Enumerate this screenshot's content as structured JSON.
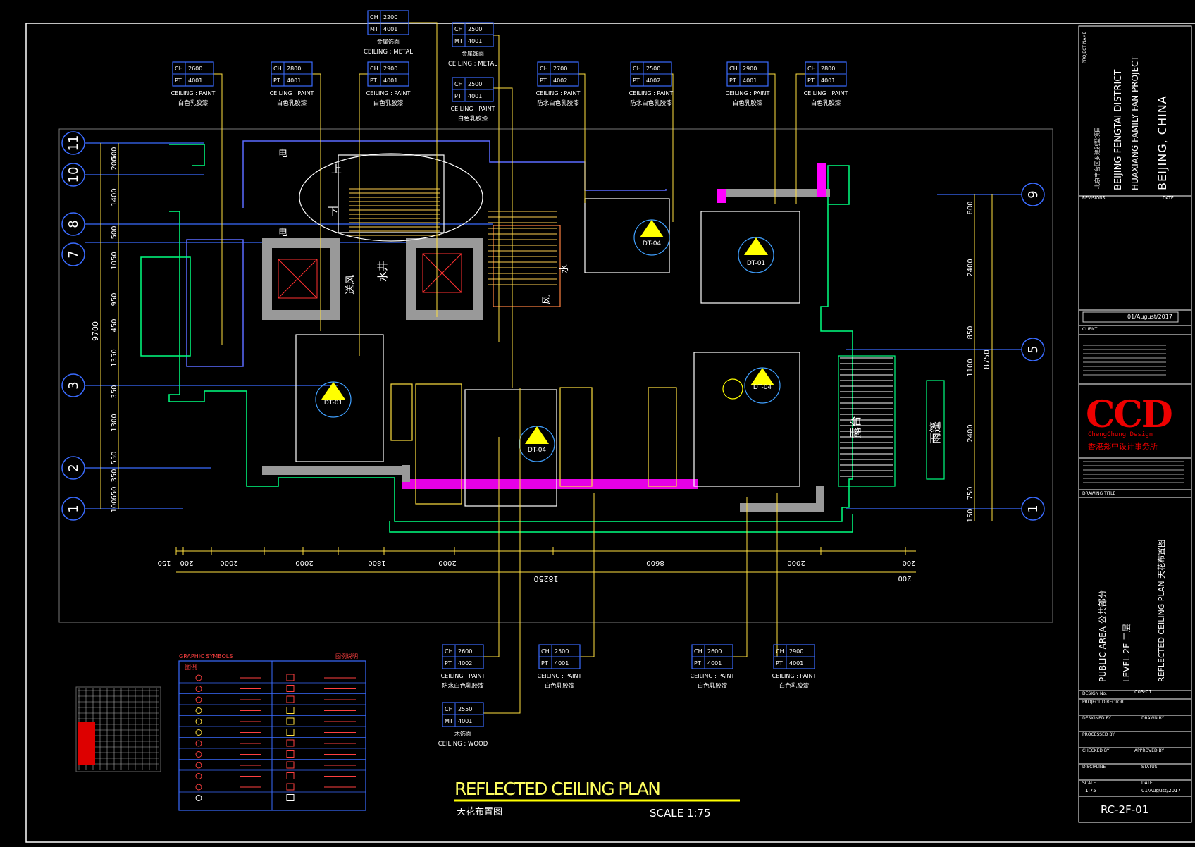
{
  "drawing": {
    "title": "REFLECTED  CEILING  PLAN",
    "subtitle_cn": "天花布置图",
    "scale": "SCALE 1:75",
    "sheet_number": "RC-2F-01"
  },
  "tags_top": [
    {
      "ch": "2600",
      "code_label": "PT",
      "code": "4001",
      "material": "CEILING : PAINT",
      "material_cn": "白色乳胶漆"
    },
    {
      "ch": "2800",
      "code_label": "PT",
      "code": "4001",
      "material": "CEILING : PAINT",
      "material_cn": "白色乳胶漆"
    },
    {
      "ch": "2200",
      "code_label": "MT",
      "code": "4001",
      "material": "金属饰面",
      "material_cn": "CEILING : METAL"
    },
    {
      "ch": "2900",
      "code_label": "PT",
      "code": "4001",
      "material": "CEILING : PAINT",
      "material_cn": "白色乳胶漆"
    },
    {
      "ch": "2500",
      "code_label": "MT",
      "code": "4001",
      "material": "金属饰面",
      "material_cn": "CEILING : METAL"
    },
    {
      "ch": "2500",
      "code_label": "PT",
      "code": "4001",
      "material": "CEILING : PAINT",
      "material_cn": "白色乳胶漆"
    },
    {
      "ch": "2700",
      "code_label": "PT",
      "code": "4002",
      "material": "CEILING : PAINT",
      "material_cn": "防水白色乳胶漆"
    },
    {
      "ch": "2500",
      "code_label": "PT",
      "code": "4002",
      "material": "CEILING : PAINT",
      "material_cn": "防水白色乳胶漆"
    },
    {
      "ch": "2900",
      "code_label": "PT",
      "code": "4001",
      "material": "CEILING : PAINT",
      "material_cn": "白色乳胶漆"
    },
    {
      "ch": "2800",
      "code_label": "PT",
      "code": "4001",
      "material": "CEILING : PAINT",
      "material_cn": "白色乳胶漆"
    }
  ],
  "tags_bottom": [
    {
      "ch": "2600",
      "code_label": "PT",
      "code": "4002",
      "material": "CEILING : PAINT",
      "material_cn": "防水白色乳胶漆"
    },
    {
      "ch": "2500",
      "code_label": "PT",
      "code": "4001",
      "material": "CEILING : PAINT",
      "material_cn": "白色乳胶漆"
    },
    {
      "ch": "2600",
      "code_label": "PT",
      "code": "4001",
      "material": "CEILING : PAINT",
      "material_cn": "白色乳胶漆"
    },
    {
      "ch": "2900",
      "code_label": "PT",
      "code": "4001",
      "material": "CEILING : PAINT",
      "material_cn": "白色乳胶漆"
    },
    {
      "ch": "2550",
      "code_label": "MT",
      "code": "4001",
      "material": "木饰面",
      "material_cn": "CEILING : WOOD"
    }
  ],
  "grid_left": [
    "11",
    "10",
    "8",
    "7",
    "3",
    "2",
    "1"
  ],
  "grid_right": [
    "9",
    "5",
    "1"
  ],
  "dims_left": [
    "500",
    "200",
    "1400",
    "500",
    "1050",
    "950",
    "450",
    "1350",
    "350",
    "1300",
    "550",
    "350",
    "650",
    "100"
  ],
  "dims_left_total": "9700",
  "dims_right": [
    "800",
    "2400",
    "850",
    "1100",
    "2400",
    "750",
    "150"
  ],
  "dims_right_total": "8750",
  "dims_bottom": [
    "150",
    "200",
    "2000",
    "2000",
    "1800",
    "2000",
    "8600",
    "2000",
    "200"
  ],
  "dims_bottom_total": "18250",
  "dims_bottom_extra": "200",
  "room_labels": [
    "上",
    "下",
    "电",
    "电",
    "水井",
    "送风",
    "水",
    "风",
    "雨篷",
    "露台"
  ],
  "fixture_tags": [
    "DT-01",
    "DT-01",
    "DT-04",
    "DT-04",
    "DT-04"
  ],
  "legend": {
    "title": "GRAPHIC SYMBOLS",
    "title_right": "图例说明",
    "header": "图例"
  },
  "title_block": {
    "project_name_label": "PROJECT NAME",
    "project_cn": "北京丰台区乡建别墅项目",
    "project_line1": "BEIJING FENGTAI DISTRICT",
    "project_line2": "HUAXIANG FAMILY FAN PROJECT",
    "project_line3": "BEIJING, CHINA",
    "revisions": "REVISIONS",
    "date": "DATE",
    "revision_date": "01/August/2017",
    "client": "CLIENT",
    "firm": "CCD",
    "firm_sub": "ChengChung Design",
    "firm_cn": "香港郑中设计事务所",
    "drawing_title_label": "DRAWING TITLE",
    "area": "PUBLIC AREA  公共部分",
    "level": "LEVEL 2F  二层",
    "drawing_title": "REFLECTED  CEILING  PLAN  天花布置图",
    "design_no_label": "DESIGN No.",
    "design_no": "003-01",
    "project_director": "PROJECT DIRECTOR",
    "designed_by": "DESIGNED BY",
    "drawn_by": "DRAWN BY",
    "processed_by": "PROCESSED BY",
    "checked_by": "CHECKED BY",
    "approved_by": "APPROVED BY",
    "discipline": "DISCIPLINE",
    "status": "STATUS",
    "scale_label": "SCALE",
    "scale_value": "1:75",
    "date_label": "DATE",
    "date_value": "01/August/2017"
  },
  "colors": {
    "background": "#000000",
    "primary": "#ffffff",
    "accent": "#ffff00",
    "grid": "#0000ff",
    "outline": "#00ff00",
    "wall": "#ff00ff",
    "logo": "#ff0000"
  }
}
